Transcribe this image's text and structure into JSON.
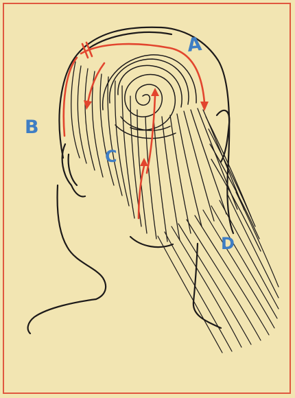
{
  "labels": {
    "a": "A",
    "b": "B",
    "c": "C",
    "d": "D"
  },
  "colors": {
    "paper": "#f2e5b2",
    "frame": "#e0573f",
    "ink": "#1d1a1a",
    "arrow": "#e2452e",
    "label": "#3f7ec4"
  }
}
